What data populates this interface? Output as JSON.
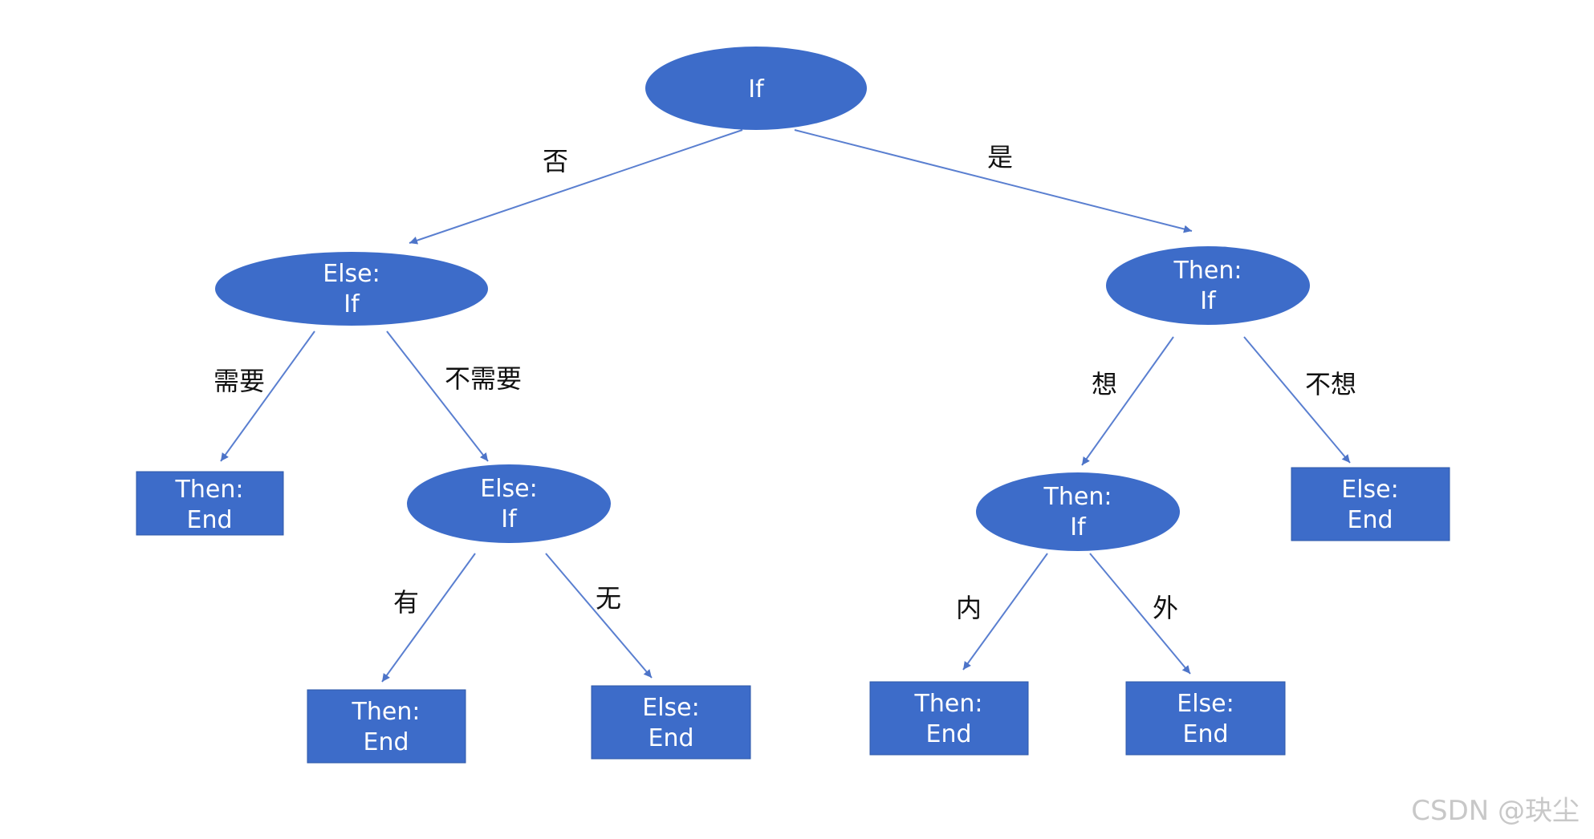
{
  "colors": {
    "node_fill": "#3d6cc9",
    "edge": "#5a7fd0",
    "text": "#ffffff",
    "label": "#111111"
  },
  "nodes": {
    "root": [
      "If"
    ],
    "else_if_1": [
      "Else:",
      "If"
    ],
    "then_if_1": [
      "Then:",
      "If"
    ],
    "then_end_1": [
      "Then:",
      "End"
    ],
    "else_if_2": [
      "Else:",
      "If"
    ],
    "then_if_2": [
      "Then:",
      "If"
    ],
    "else_end_1": [
      "Else:",
      "End"
    ],
    "then_end_2": [
      "Then:",
      "End"
    ],
    "else_end_2": [
      "Else:",
      "End"
    ],
    "then_end_3": [
      "Then:",
      "End"
    ],
    "else_end_3": [
      "Else:",
      "End"
    ]
  },
  "edges": {
    "root_no": "否",
    "root_yes": "是",
    "need": "需要",
    "no_need": "不需要",
    "want": "想",
    "not_want": "不想",
    "have": "有",
    "none": "无",
    "inner": "内",
    "outer": "外"
  },
  "watermark": "CSDN @玦尘"
}
